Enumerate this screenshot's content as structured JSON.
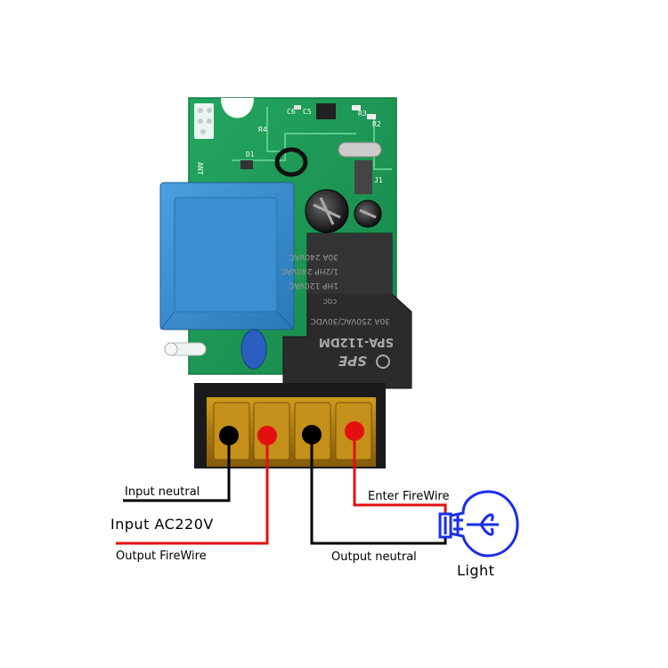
{
  "board": {
    "silk_ant": "ANT",
    "silk_d1": "D1",
    "silk_r4": "R4",
    "silk_c6": "C6",
    "silk_c5": "C5",
    "silk_r3": "R3",
    "silk_r2": "R2",
    "silk_j1": "J1",
    "relay_line1": "1HP 120VAC",
    "relay_line2": "1/2HP 240VAC",
    "relay_line3": "30A 240VAC",
    "relay_rating": "30A 250VAC/30VDC",
    "relay_model": "SPA-112DM",
    "relay_brand": "SPE",
    "relay_cert": "CQC"
  },
  "labels": {
    "input_neutral": "Input neutral",
    "input_ac": "Input AC220V",
    "output_firewire": "Output FireWire",
    "enter_firewire": "Enter FireWire",
    "output_neutral": "Output neutral",
    "light": "Light"
  },
  "colors": {
    "pcb": "#1f9a57",
    "transformer": "#3a8fd0",
    "relay": "#2a2a2a",
    "terminal": "#b8860b",
    "wire_neutral": "#000000",
    "wire_fire": "#e41010",
    "bulb": "#1a2ee8"
  }
}
